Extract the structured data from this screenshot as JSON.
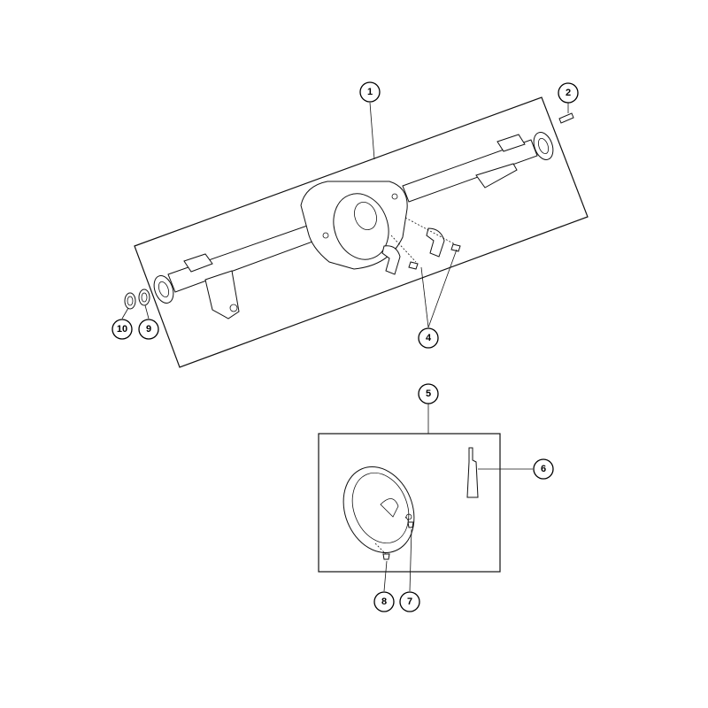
{
  "diagram": {
    "callouts": [
      {
        "id": "c1",
        "label": "1"
      },
      {
        "id": "c2",
        "label": "2"
      },
      {
        "id": "c4",
        "label": "4"
      },
      {
        "id": "c5",
        "label": "5"
      },
      {
        "id": "c6",
        "label": "6"
      },
      {
        "id": "c7",
        "label": "7"
      },
      {
        "id": "c8",
        "label": "8"
      },
      {
        "id": "c9",
        "label": "9"
      },
      {
        "id": "c10",
        "label": "10"
      }
    ]
  }
}
